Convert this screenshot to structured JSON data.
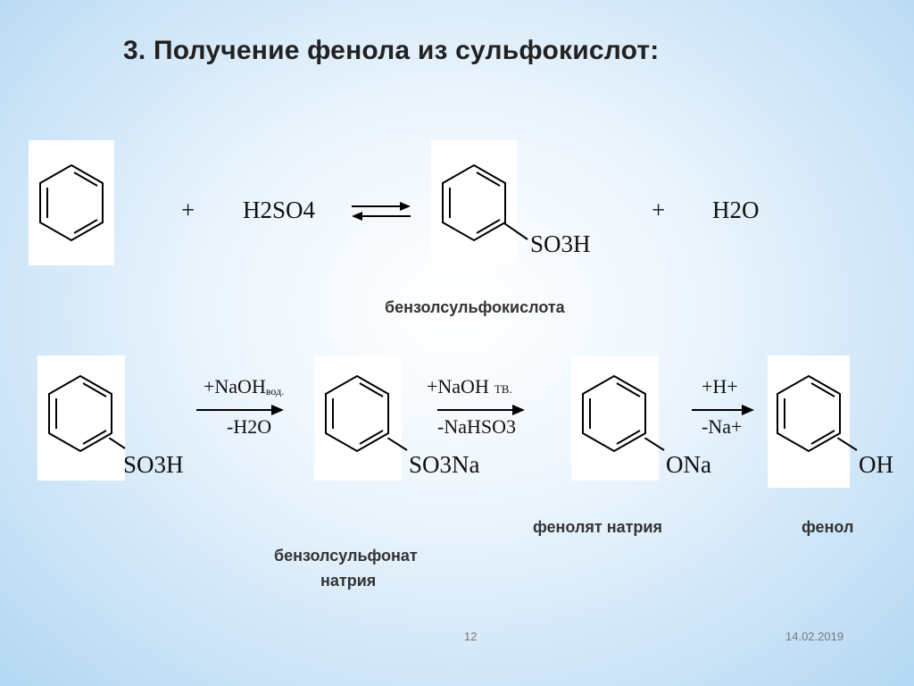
{
  "slide": {
    "title": "3. Получение фенола из сульфокислот:",
    "page_number": "12",
    "date": "14.02.2019"
  },
  "reaction1": {
    "plus1": "+",
    "h2so4": "H2SO4",
    "plus2": "+",
    "h2o": "H2O",
    "product_group": "SO3H",
    "product_name": "бензолсульфокислота"
  },
  "reaction2": {
    "start_group": "SO3H",
    "step1_top": "+NaOH",
    "step1_top_sub": "вод.",
    "step1_bottom": "-H2O",
    "middle_group": "SO3Na",
    "middle_name_line1": "бензолсульфонат",
    "middle_name_line2": "натрия",
    "step2_top": "+NaOH",
    "step2_top_sub": "ТВ.",
    "step2_bottom": "-NaHSO3",
    "phenolate_group": "ONa",
    "phenolate_name": "фенолят натрия",
    "step3_top": "+H+",
    "step3_bottom": "-Na+",
    "phenol_group": "OH",
    "phenol_name": "фенол"
  }
}
